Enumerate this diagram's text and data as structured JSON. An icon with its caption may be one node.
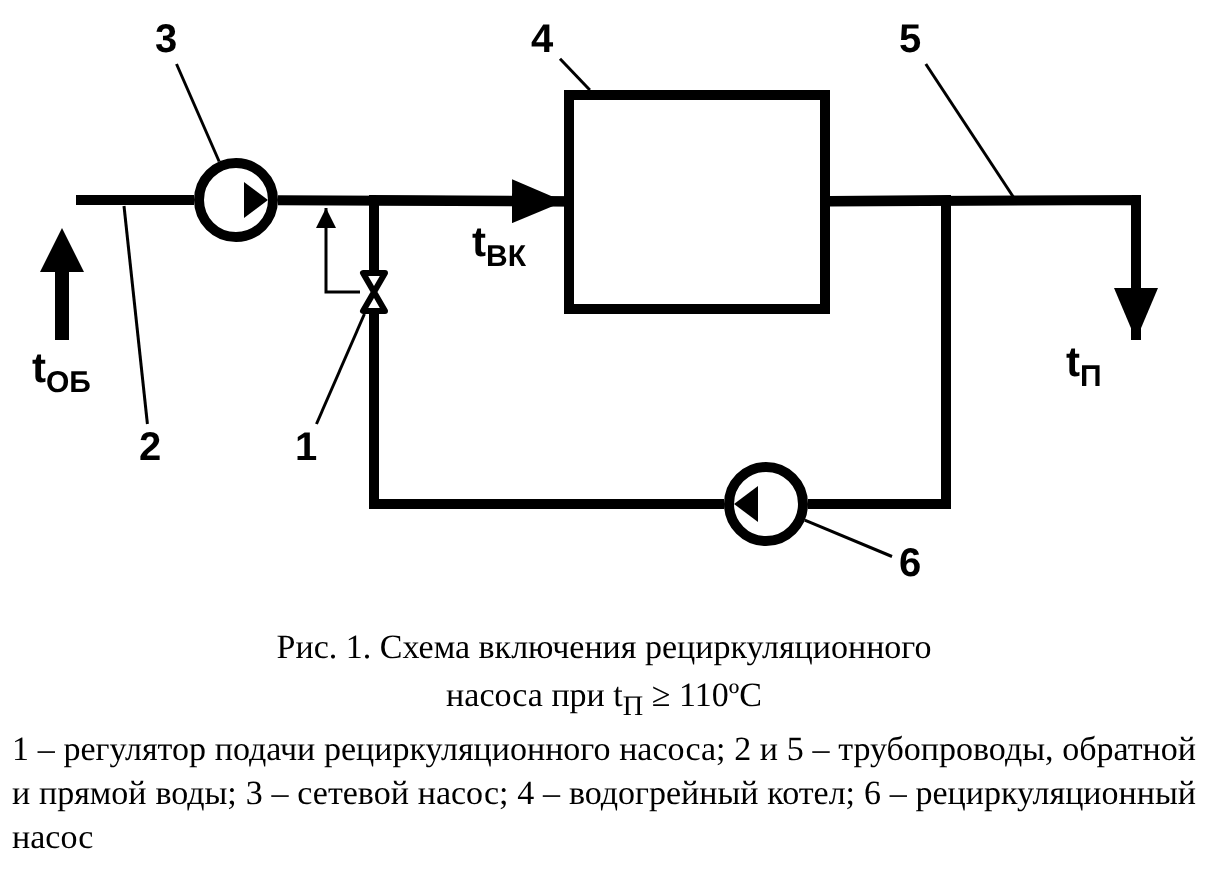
{
  "diagram": {
    "caption": "Рис. 1. Схема включения рециркуляционного насоса при t$_{П}$ ≥ 110ºC",
    "nodes": [
      {
        "text": [
          "3"
        ]
      },
      {
        "text": [],
        "shape": "circle"
      },
      {
        "text": [
          "4"
        ]
      },
      {
        "text": [],
        "shape": "box"
      },
      {
        "text": [
          "5"
        ]
      },
      {
        "text": [
          "2"
        ]
      },
      {
        "text": [
          "1"
        ]
      },
      {
        "text": [],
        "shape": "valve"
      },
      {
        "text": [
          "6"
        ]
      },
      {
        "text": [],
        "shape": "circle"
      }
    ],
    "edges": [
      {
        "from": null,
        "to": 1,
        "arrow": "none",
        "style": "thick"
      },
      {
        "from": 1,
        "to": 3,
        "arrow": "to",
        "style": "thick"
      },
      {
        "from": 3,
        "to": 9,
        "arrow": "none",
        "style": "thick"
      },
      {
        "from": 9,
        "to": 7,
        "arrow": "none",
        "style": "thick"
      },
      {
        "from": 7,
        "to": 3,
        "arrow": "none",
        "style": "thick"
      },
      {
        "from": 3,
        "to": null,
        "arrow": "to",
        "style": "thick"
      },
      {
        "from": 7,
        "to": null,
        "arrow": "to"
      },
      {
        "from": 0,
        "to": 1,
        "arrow": "none"
      },
      {
        "from": 2,
        "to": 3,
        "arrow": "none"
      },
      {
        "from": 4,
        "to": null,
        "arrow": "none"
      },
      {
        "from": 5,
        "to": null,
        "arrow": "none"
      },
      {
        "from": 6,
        "to": 7,
        "arrow": "none"
      },
      {
        "from": 8,
        "to": 9,
        "arrow": "none"
      }
    ],
    "labels": [
      "t$_{ОБ}$",
      "t$_{ВК}$",
      "t$_{П}$",
      "1 – регулятор подачи рециркуляционного насоса; 2 и 5 – трубопроводы, обратной и прямой воды; 3 – сетевой насос; 4 – водогрейный котел; 6 – рециркуляционный насос"
    ]
  }
}
